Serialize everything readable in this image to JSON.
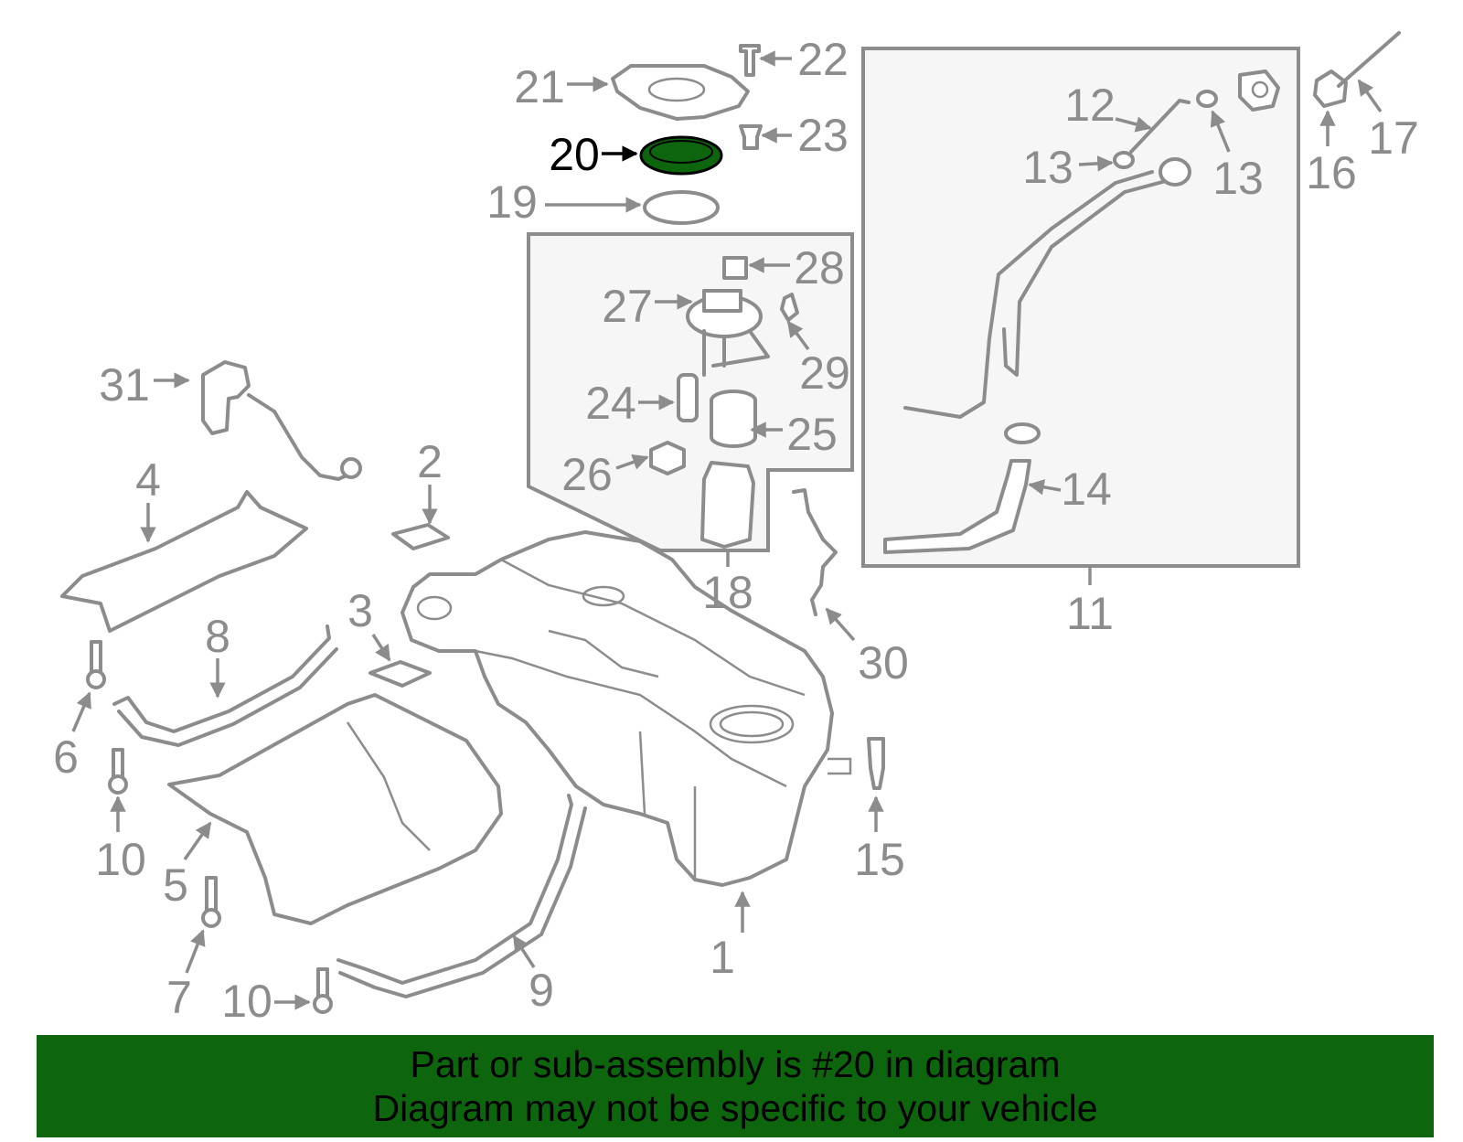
{
  "diagram": {
    "callouts": [
      "1",
      "2",
      "3",
      "4",
      "5",
      "6",
      "7",
      "8",
      "9",
      "10",
      "10",
      "11",
      "12",
      "13",
      "13",
      "14",
      "15",
      "16",
      "17",
      "18",
      "19",
      "20",
      "21",
      "22",
      "23",
      "24",
      "25",
      "26",
      "27",
      "28",
      "29",
      "30",
      "31"
    ],
    "highlighted_part": "20",
    "colors": {
      "line": "#8c8c8c",
      "highlight": "#0d650d",
      "label_highlight": "#000000",
      "box_fill": "#f6f6f6"
    }
  },
  "banner": {
    "line1": "Part or sub-assembly is #20 in diagram",
    "line2": "Diagram may not be specific to your vehicle",
    "background": "#0d650d"
  }
}
